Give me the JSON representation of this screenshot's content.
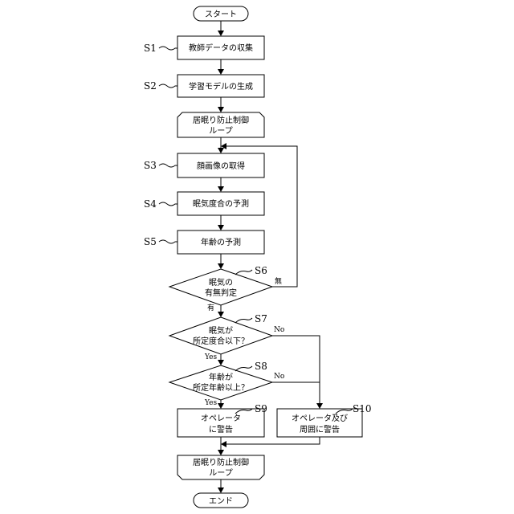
{
  "flowchart": {
    "start": "スタート",
    "end": "エンド",
    "steps": {
      "s1": {
        "label": "S1",
        "text": "教師データの収集"
      },
      "s2": {
        "label": "S2",
        "text": "学習モデルの生成"
      },
      "s3": {
        "label": "S3",
        "text": "顔画像の取得"
      },
      "s4": {
        "label": "S4",
        "text": "眠気度合の予測"
      },
      "s5": {
        "label": "S5",
        "text": "年齢の予測"
      },
      "s6": {
        "label": "S6",
        "line1": "眠気の",
        "line2": "有無判定"
      },
      "s7": {
        "label": "S7",
        "line1": "眠気が",
        "line2": "所定度合以下？"
      },
      "s8": {
        "label": "S8",
        "line1": "年齢が",
        "line2": "所定年齢以上？"
      },
      "s9": {
        "label": "S9",
        "line1": "オペレータ",
        "line2": "に警告"
      },
      "s10": {
        "label": "S10",
        "line1": "オペレータ及び",
        "line2": "周囲に警告"
      }
    },
    "loop_start": {
      "line1": "居眠り防止制御",
      "line2": "ループ"
    },
    "loop_end": {
      "line1": "居眠り防止制御",
      "line2": "ループ"
    },
    "branches": {
      "s6_no": "無",
      "s6_yes": "有",
      "s7_no": "No",
      "s7_yes": "Yes",
      "s8_no": "No",
      "s8_yes": "Yes"
    }
  }
}
